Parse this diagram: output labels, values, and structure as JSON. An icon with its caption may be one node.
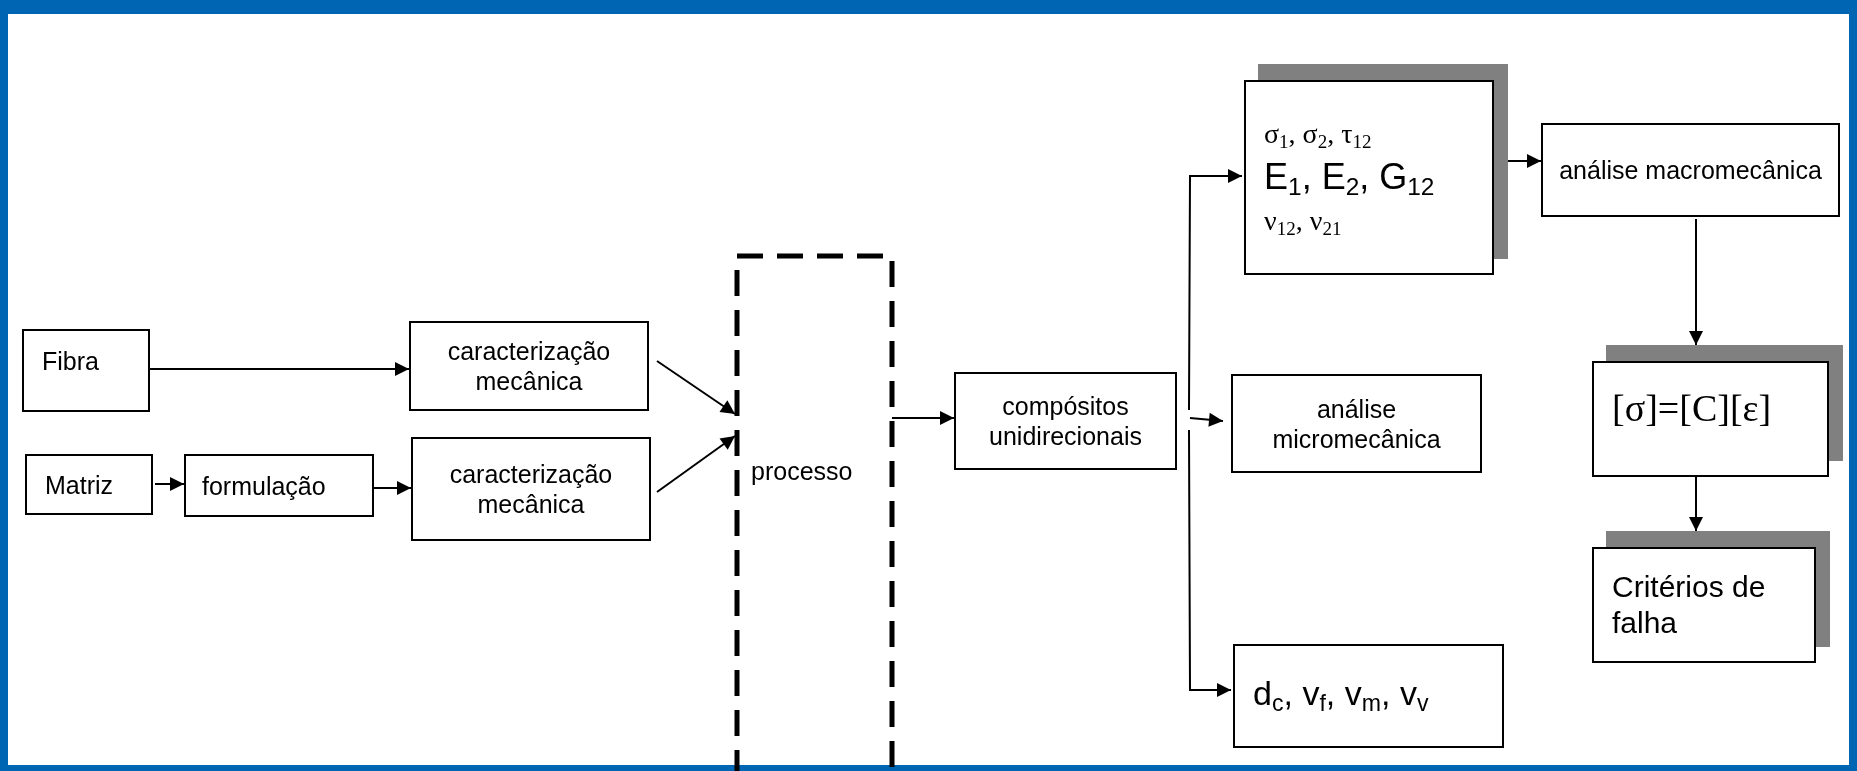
{
  "diagram": {
    "nodes": [
      {
        "text": [
          "Fibra"
        ]
      },
      {
        "text": [
          "Matriz"
        ]
      },
      {
        "text": [
          "formulação"
        ]
      },
      {
        "text": [
          "caracterização mecânica"
        ]
      },
      {
        "text": [
          "caracterização mecânica"
        ]
      },
      {
        "text": [
          "processo"
        ]
      },
      {
        "text": [
          "compósitos unidirecionais"
        ]
      },
      {
        "text": [
          "σ$_{1}$, σ$_{2}$, τ$_{12}$",
          "E$_{1}$, E$_{2}$, G$_{12}$",
          "ν$_{12}$, ν$_{21}$"
        ]
      },
      {
        "text": [
          "análise micromecânica"
        ]
      },
      {
        "text": [
          "d$_{c}$, v$_{f}$, v$_{m}$, v$_{v}$"
        ]
      },
      {
        "text": [
          "análise macromecânica"
        ]
      },
      {
        "text": [
          "[σ]=[C][ε]"
        ]
      },
      {
        "text": [
          "Critérios de falha"
        ]
      }
    ],
    "edges": [
      {
        "from": 0,
        "to": 3,
        "arrow": "to"
      },
      {
        "from": 1,
        "to": 2,
        "arrow": "to"
      },
      {
        "from": 2,
        "to": 4,
        "arrow": "to"
      },
      {
        "from": 3,
        "to": 5,
        "arrow": "to"
      },
      {
        "from": 4,
        "to": 5,
        "arrow": "to"
      },
      {
        "from": 5,
        "to": 6,
        "arrow": "to"
      },
      {
        "from": 6,
        "to": 7,
        "arrow": "to"
      },
      {
        "from": 6,
        "to": 8,
        "arrow": "to"
      },
      {
        "from": 6,
        "to": 9,
        "arrow": "to"
      },
      {
        "from": 7,
        "to": 10,
        "arrow": "to"
      },
      {
        "from": 10,
        "to": 11,
        "arrow": "to"
      },
      {
        "from": 11,
        "to": 12,
        "arrow": "to"
      }
    ]
  }
}
